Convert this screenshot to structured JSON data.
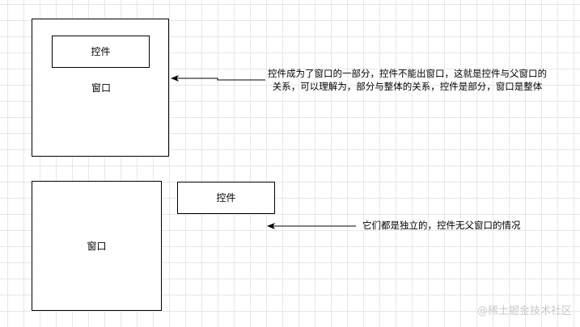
{
  "diagram": {
    "top": {
      "window_label": "窗口",
      "control_label": "控件",
      "note_lines": [
        "控件成为了窗口的一部分，控件不能出窗口，这就是控件与父窗口的",
        "关系，可以理解为，部分与整体的关系，控件是部分，窗口是整体"
      ]
    },
    "bottom": {
      "window_label": "窗口",
      "control_label": "控件",
      "note": "它们都是独立的，控件无父窗口的情况"
    },
    "colors": {
      "stroke": "#000000",
      "grid": "#e6e6e6",
      "background": "#ffffff"
    }
  },
  "watermark": "@稀土掘金技术社区"
}
